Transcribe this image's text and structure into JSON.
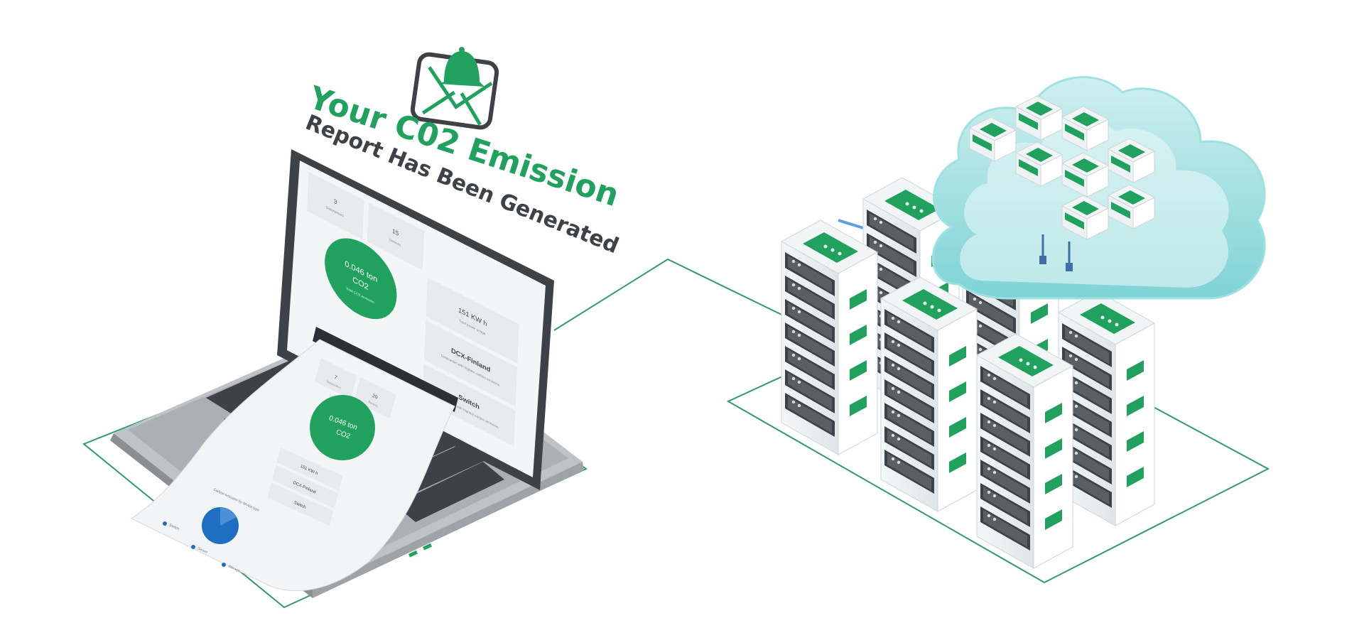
{
  "headline": {
    "line1": "Your C02 Emission",
    "line2": "Report Has Been Generated"
  },
  "screen": {
    "stat_a_value": "3",
    "stat_a_label": "Datacenters",
    "stat_b_value": "15",
    "stat_b_label": "Devices",
    "co2_value": "0.046 ton",
    "co2_unit": "CO2",
    "co2_caption": "Total CO2 emission",
    "energy_value": "151 KW h",
    "energy_label": "Total power usage",
    "datacenter_value": "DCX-Finland",
    "datacenter_label": "Datacenter with highest carbon emission",
    "device_value": "Switch",
    "device_label": "Device type with highest carbon emission"
  },
  "paper": {
    "stat_a_value": "7",
    "stat_a_label": "Datacenters",
    "stat_b_value": "20",
    "stat_b_label": "Devices",
    "co2_value": "0.046 ton",
    "co2_unit": "CO2",
    "energy_value": "151 KW h",
    "datacenter_value": "DCX-Finland",
    "device_value": "Switch",
    "chart_title": "Carbon emission by device type",
    "legend": [
      "Switch  ",
      "Server  ",
      "Storage  "
    ]
  },
  "colors": {
    "brand_green": "#20a25e",
    "dark_gray": "#3e4246",
    "outline_green": "#2f9b6a",
    "cloud_teal": "#7fd6d6",
    "pie_blue": "#1e6fc4"
  },
  "icons": {
    "email": "envelope-bell-icon",
    "cloud": "cloud-icon"
  }
}
